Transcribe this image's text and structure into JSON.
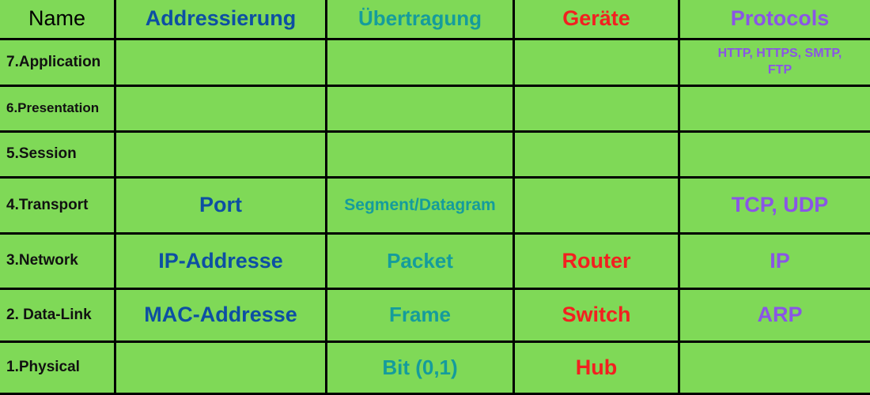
{
  "colors": {
    "background": "#7fd957",
    "grid_lines": "#000000",
    "name_text": "#000000",
    "addressierung": "#0d4fa3",
    "uebertragung": "#159c9c",
    "geraete": "#f22020",
    "protocols": "#8a55e6"
  },
  "headers": {
    "name": "Name",
    "addressierung": "Addressierung",
    "uebertragung": "Übertragung",
    "geraete": "Geräte",
    "protocols": "Protocols"
  },
  "rows": [
    {
      "layer": "7.Application",
      "addressierung": "",
      "uebertragung": "",
      "geraete": "",
      "protocols": "HTTP, HTTPS, SMTP, FTP"
    },
    {
      "layer": "6.Presentation",
      "addressierung": "",
      "uebertragung": "",
      "geraete": "",
      "protocols": ""
    },
    {
      "layer": "5.Session",
      "addressierung": "",
      "uebertragung": "",
      "geraete": "",
      "protocols": ""
    },
    {
      "layer": "4.Transport",
      "addressierung": "Port",
      "uebertragung": "Segment/Datagram",
      "geraete": "",
      "protocols": "TCP, UDP"
    },
    {
      "layer": "3.Network",
      "addressierung": "IP-Addresse",
      "uebertragung": "Packet",
      "geraete": "Router",
      "protocols": "IP"
    },
    {
      "layer": "2. Data-Link",
      "addressierung": "MAC-Addresse",
      "uebertragung": "Frame",
      "geraete": "Switch",
      "protocols": "ARP"
    },
    {
      "layer": "1.Physical",
      "addressierung": "",
      "uebertragung": "Bit (0,1)",
      "geraete": "Hub",
      "protocols": ""
    }
  ]
}
